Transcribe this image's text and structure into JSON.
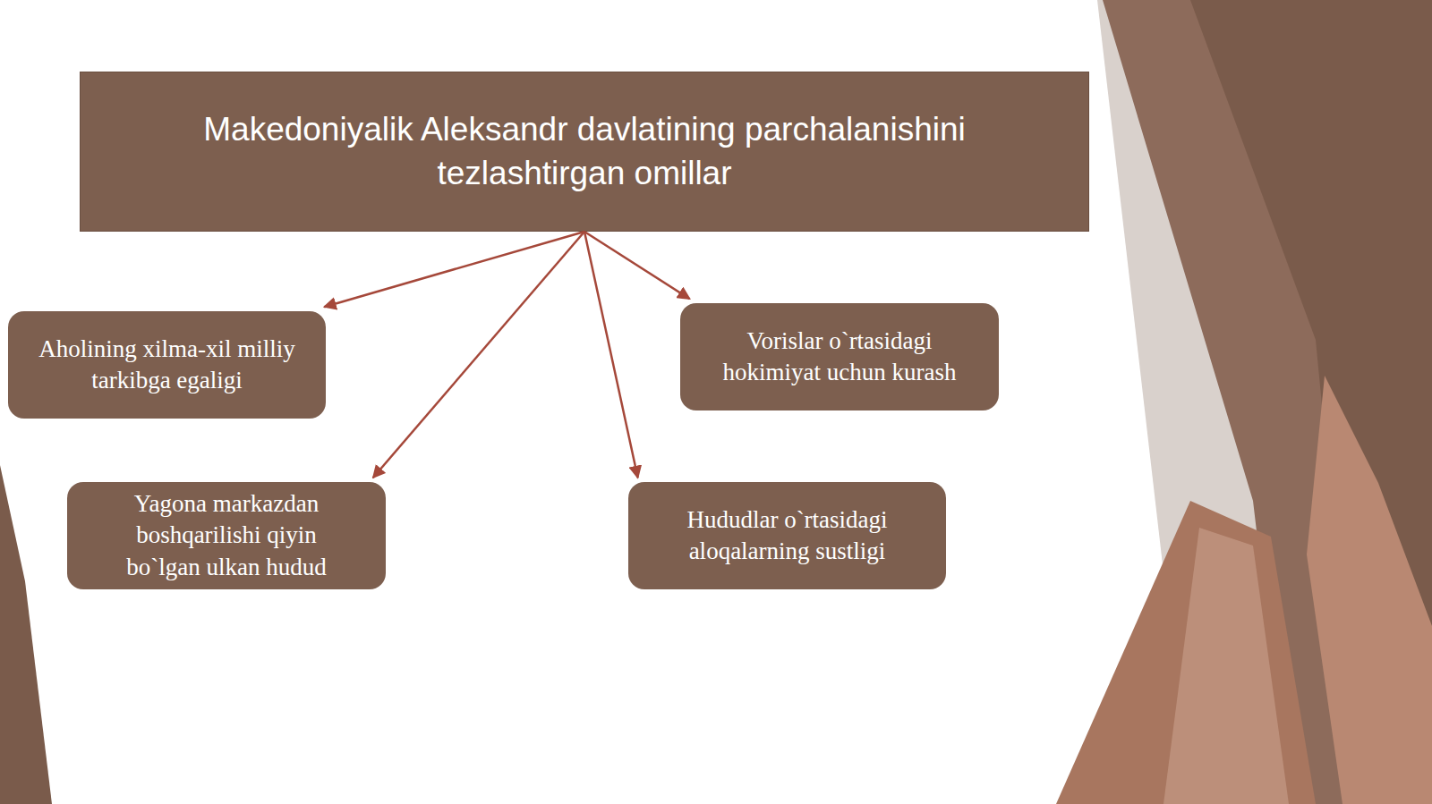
{
  "diagram": {
    "nodes": [
      {
        "text": [
          "Makedoniyalik Aleksandr davlatining parchalanishini tezlashtirgan omillar"
        ]
      },
      {
        "text": [
          "Aholining xilma-xil milliy tarkibga egaligi"
        ]
      },
      {
        "text": [
          "Vorislar o`rtasidagi hokimiyat uchun kurash"
        ]
      },
      {
        "text": [
          "Yagona markazdan boshqarilishi qiyin bo`lgan ulkan hudud"
        ]
      },
      {
        "text": [
          "Hududlar o`rtasidagi aloqalarning sustligi"
        ]
      }
    ],
    "edges": [
      {
        "from": 0,
        "to": 1,
        "arrow": "to"
      },
      {
        "from": 0,
        "to": 2,
        "arrow": "to"
      },
      {
        "from": 0,
        "to": 3,
        "arrow": "to"
      },
      {
        "from": 0,
        "to": 4,
        "arrow": "to"
      }
    ]
  }
}
